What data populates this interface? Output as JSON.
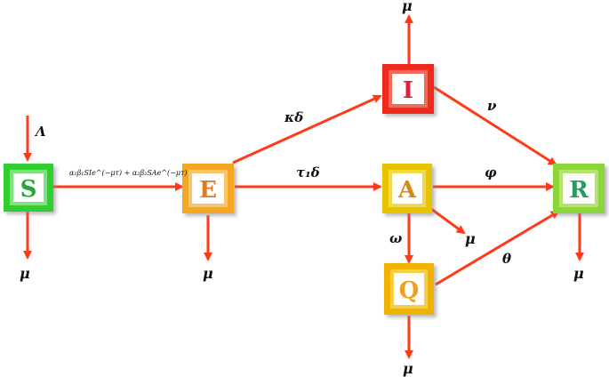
{
  "compartments": {
    "S": {
      "label": "S",
      "border": "#2fcf2f",
      "inner": "#7fe27f",
      "text": "#25a62e"
    },
    "E": {
      "label": "E",
      "border": "#f5a623",
      "inner": "#f7c56a",
      "text": "#e07b1f"
    },
    "I": {
      "label": "I",
      "border": "#ef2a1a",
      "inner": "#f26a5a",
      "text": "#e0203a"
    },
    "A": {
      "label": "A",
      "border": "#e8c400",
      "inner": "#f1d94a",
      "text": "#d68a12"
    },
    "Q": {
      "label": "Q",
      "border": "#f2b200",
      "inner": "#f6cf4a",
      "text": "#f0a020"
    },
    "R": {
      "label": "R",
      "border": "#8bd43a",
      "inner": "#b4e46e",
      "text": "#2a9a5e"
    }
  },
  "rates": {
    "lambda": "Λ",
    "infection": "α₁β₁SIe^(−μτ) + α₂β₂SAe^(−μτ)",
    "kappa_delta": "κδ",
    "tau_delta": "τ₁δ",
    "nu": "ν",
    "phi": "φ",
    "omega": "ω",
    "theta": "θ",
    "mu": "μ"
  },
  "colors": {
    "arrow": "#ff3a1a",
    "arrow_glow": "#ff8a3a"
  }
}
